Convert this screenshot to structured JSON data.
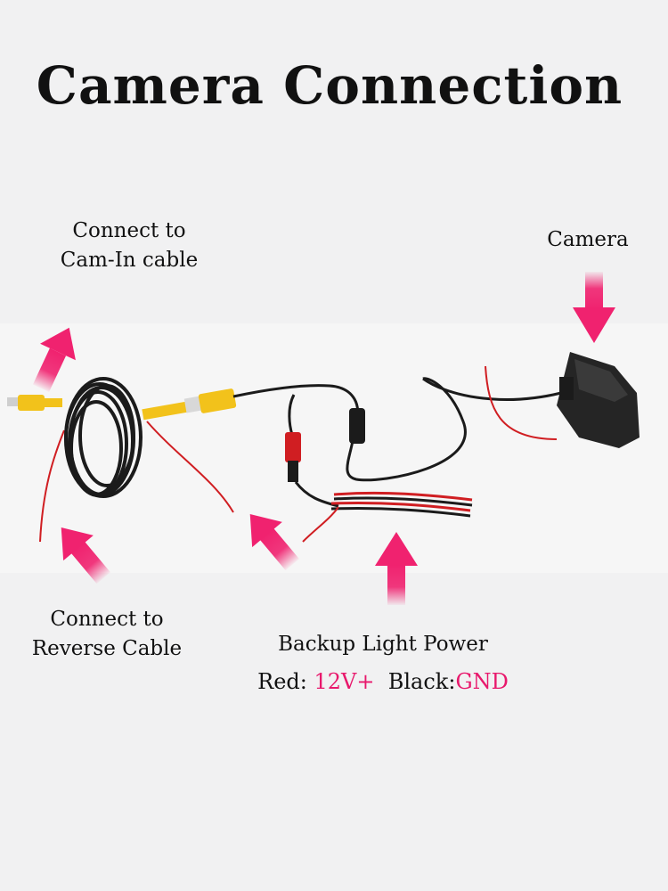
{
  "title": "Camera Connection",
  "labels": {
    "cam_in_line1": "Connect to",
    "cam_in_line2": "Cam-In cable",
    "camera": "Camera",
    "reverse_line1": "Connect to",
    "reverse_line2": "Reverse Cable",
    "backup": "Backup Light Power",
    "red_prefix": "Red: ",
    "red_value": "12V+",
    "black_prefix": "Black:",
    "black_value": "GND"
  },
  "colors": {
    "arrow": "#f0226f",
    "accent_text": "#e8186c",
    "rca_yellow": "#f2c21b",
    "wire_red": "#d01e22",
    "cable_black": "#1b1b1b"
  },
  "icons": {
    "arrow": "down-arrow-icon",
    "camera": "camera-device-icon",
    "rca": "rca-connector-icon"
  }
}
